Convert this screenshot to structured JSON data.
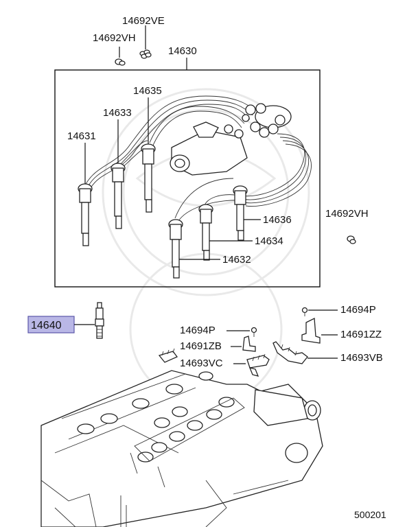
{
  "labels": {
    "p14692VE": "14692VE",
    "p14692VH_top": "14692VH",
    "p14630": "14630",
    "p14635": "14635",
    "p14633": "14633",
    "p14631": "14631",
    "p14636": "14636",
    "p14634": "14634",
    "p14632": "14632",
    "p14692VH_right": "14692VH",
    "p14640": "14640",
    "p14694P_right": "14694P",
    "p14694P_mid": "14694P",
    "p14691ZZ": "14691ZZ",
    "p14691ZB": "14691ZB",
    "p14693VB": "14693VB",
    "p14693VC": "14693VC"
  },
  "diagram_number": "500201",
  "highlight_color": "#b9b7e6"
}
